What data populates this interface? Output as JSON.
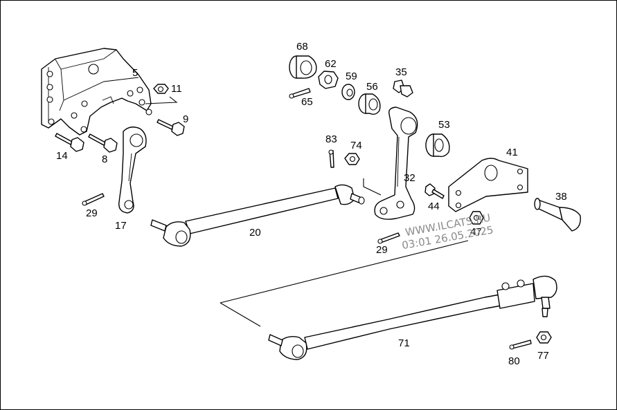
{
  "parts": {
    "p5": "5",
    "p11": "11",
    "p9": "9",
    "p14": "14",
    "p8": "8",
    "p29a": "29",
    "p17": "17",
    "p20": "20",
    "p68": "68",
    "p62": "62",
    "p59": "59",
    "p56": "56",
    "p35": "35",
    "p65": "65",
    "p83": "83",
    "p74": "74",
    "p53": "53",
    "p32": "32",
    "p41": "41",
    "p44": "44",
    "p38": "38",
    "p47": "47",
    "p29b": "29",
    "p71": "71",
    "p80": "80",
    "p77": "77"
  },
  "watermark": {
    "line1": "WWW.ILCATS.RU",
    "line2": "03:01 26.05.2025"
  },
  "colors": {
    "line": "#000000",
    "background": "#ffffff",
    "watermark": "#8a8a8a"
  }
}
